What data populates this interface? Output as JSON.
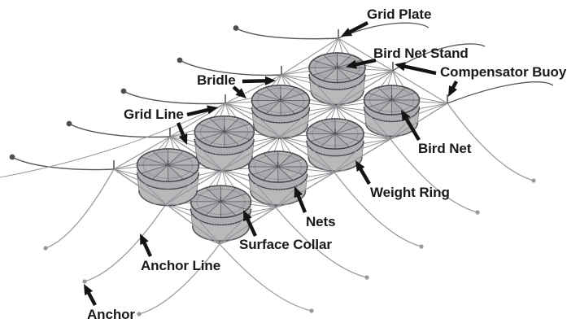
{
  "diagram": {
    "description": "Perspective diagram of a grid mooring system for offshore fish cages",
    "cage_count": 8,
    "background": "#ffffff"
  },
  "labels": [
    {
      "id": "grid-plate",
      "text": "Grid Plate"
    },
    {
      "id": "bird-net-stand",
      "text": "Bird Net Stand"
    },
    {
      "id": "compensator-buoy",
      "text": "Compensator Buoy"
    },
    {
      "id": "bridle",
      "text": "Bridle"
    },
    {
      "id": "grid-line",
      "text": "Grid Line"
    },
    {
      "id": "bird-net",
      "text": "Bird Net"
    },
    {
      "id": "weight-ring",
      "text": "Weight Ring"
    },
    {
      "id": "nets",
      "text": "Nets"
    },
    {
      "id": "surface-collar",
      "text": "Surface Collar"
    },
    {
      "id": "anchor-line",
      "text": "Anchor Line"
    },
    {
      "id": "anchor",
      "text": "Anchor"
    }
  ],
  "colors": {
    "label_text": "#1a1a1a",
    "arrow": "#141414",
    "grid_line": "#949498",
    "anchor_line_dark": "#57575b",
    "anchor_line_light": "#9b9b9f",
    "cage_fill": "#b4b4b7",
    "cage_drum": "#b9b9bc",
    "cage_edge": "#4b4b50"
  }
}
